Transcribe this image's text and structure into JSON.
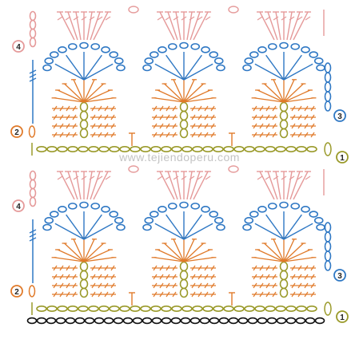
{
  "watermark": "www.tejiendoperu.com",
  "row_markers": {
    "upper": [
      "4",
      "3",
      "2",
      "1"
    ],
    "lower": [
      "4",
      "3",
      "2",
      "1"
    ]
  },
  "colors": {
    "row1": "#9a9a2a",
    "row2": "#e07a2a",
    "row3": "#2f78c4",
    "row4": "#e59a9a",
    "base_chain": "#111111",
    "marker_fill": "#ffffff",
    "watermark": "#bdbdbd"
  },
  "legend_icons": [
    "chain-stitch-icon",
    "double-crochet-icon",
    "treble-crochet-icon",
    "slip-stitch-icon",
    "picot-icon"
  ]
}
